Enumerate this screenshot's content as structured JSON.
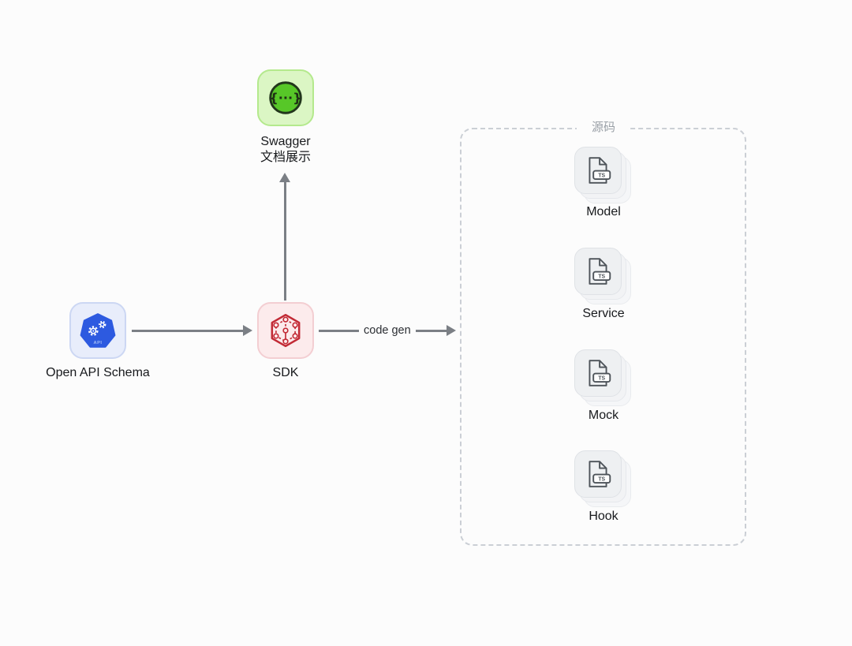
{
  "page": {
    "background": "#fcfcfc"
  },
  "nodes": {
    "openapi": {
      "label": "Open API Schema",
      "badge_text": "API",
      "bg": "#e8edfb",
      "border": "#ccd7f3",
      "accent": "#2d5ae0"
    },
    "sdk": {
      "label": "SDK",
      "bg": "#fcebec",
      "border": "#f3ced2",
      "accent": "#c22a35"
    },
    "swagger": {
      "label_line1": "Swagger",
      "label_line2": "文档展示",
      "glyph": "{···}",
      "bg": "#dbf6c4",
      "border": "#b4e98d",
      "accent": "#57c728"
    }
  },
  "edges": {
    "color": "#7b7f85",
    "sdk_to_source": {
      "label": "code gen"
    }
  },
  "source_group": {
    "title": "源码",
    "border_color": "#cbcfd5",
    "items": [
      {
        "label": "Model"
      },
      {
        "label": "Service"
      },
      {
        "label": "Mock"
      },
      {
        "label": "Hook"
      }
    ],
    "file_type_badge": "TS"
  }
}
